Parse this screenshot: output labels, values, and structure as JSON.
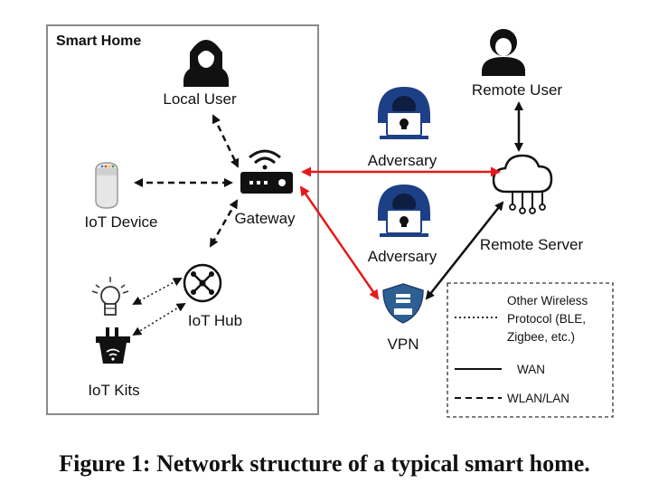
{
  "container": {
    "title": "Smart Home"
  },
  "nodes": {
    "local_user": "Local User",
    "remote_user": "Remote User",
    "iot_device": "IoT Device",
    "gateway": "Gateway",
    "iot_hub": "IoT Hub",
    "iot_kits": "IoT Kits",
    "adversary_top": "Adversary",
    "adversary_bottom": "Adversary",
    "remote_server": "Remote Server",
    "vpn": "VPN"
  },
  "legend": {
    "other_wireless_1": "Other Wireless",
    "other_wireless_2": "Protocol (BLE,",
    "other_wireless_3": "Zigbee, etc.)",
    "wan": "WAN",
    "wlan_lan": "WLAN/LAN"
  },
  "caption": "Figure 1: Network structure of a typical smart home.",
  "colors": {
    "attack": "#e5191c",
    "line": "#111111",
    "hoodie": "#1d3f85",
    "vpn_shield": "#2e5f93"
  }
}
